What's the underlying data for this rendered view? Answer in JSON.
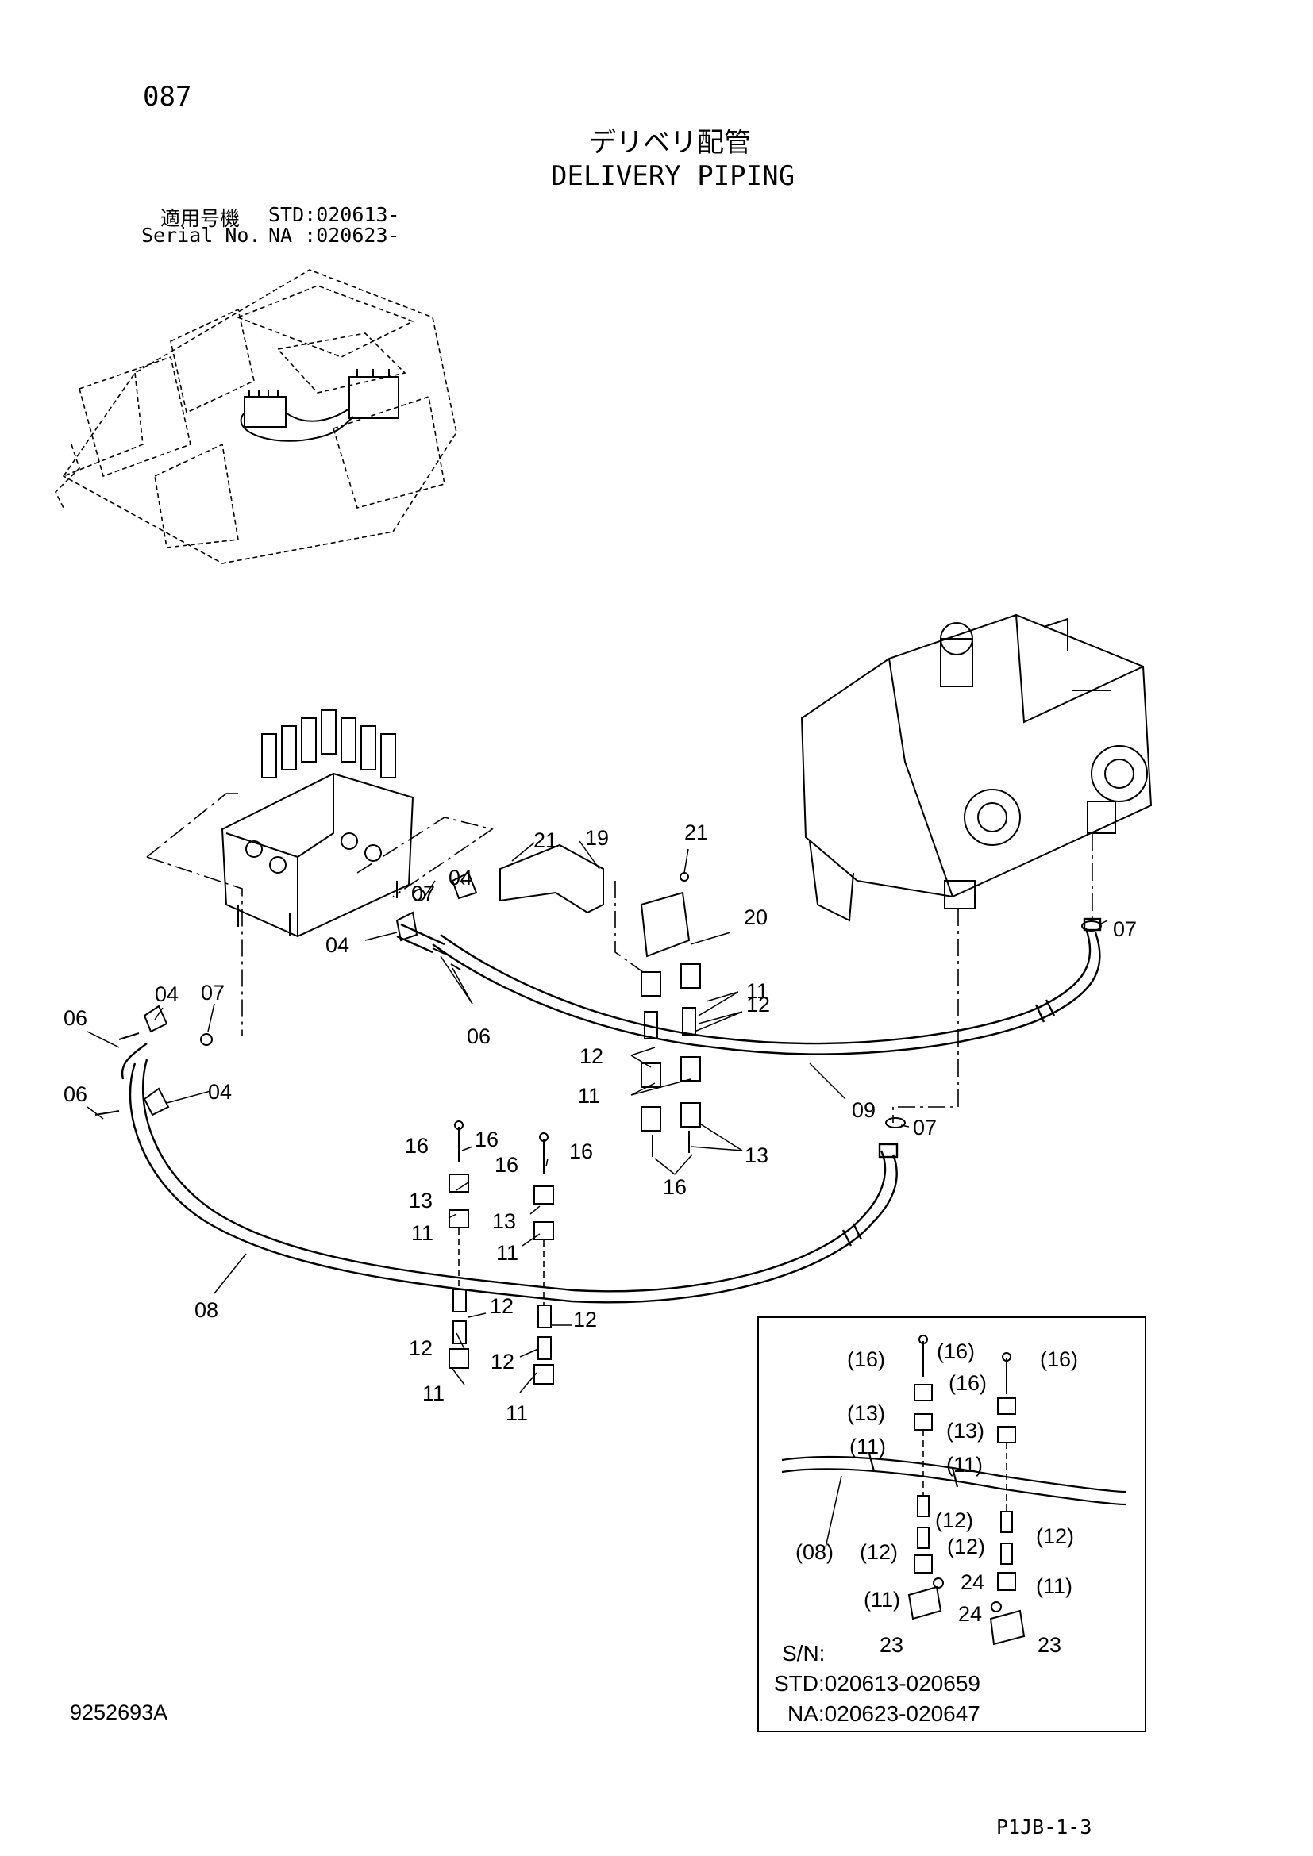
{
  "header": {
    "page_no": "087",
    "title_jp": "デリベリ配管",
    "title_en": "DELIVERY PIPING",
    "serial_jp": "適用号機",
    "serial_en": "Serial No.",
    "std": "STD:020613-",
    "na": "NA :020623-"
  },
  "footer": {
    "drawing_no": "9252693A",
    "page_ref": "P1JB-1-3"
  },
  "inset": {
    "sn_label": "S/N:",
    "std_range": "STD:020613-020659",
    "na_range": "NA:020623-020647"
  },
  "callouts": [
    {
      "id": "c1",
      "text": "21"
    },
    {
      "id": "c2",
      "text": "19"
    },
    {
      "id": "c3",
      "text": "21"
    },
    {
      "id": "c4",
      "text": "20"
    },
    {
      "id": "c5",
      "text": "07"
    },
    {
      "id": "c6",
      "text": "04"
    },
    {
      "id": "c7",
      "text": "04"
    },
    {
      "id": "c8",
      "text": "11"
    },
    {
      "id": "c9",
      "text": "06"
    },
    {
      "id": "c10",
      "text": "12"
    },
    {
      "id": "c11",
      "text": "12"
    },
    {
      "id": "c12",
      "text": "11"
    },
    {
      "id": "c13",
      "text": "07"
    },
    {
      "id": "c14",
      "text": "06"
    },
    {
      "id": "c15",
      "text": "04"
    },
    {
      "id": "c16",
      "text": "07"
    },
    {
      "id": "c17",
      "text": "06"
    },
    {
      "id": "c18",
      "text": "04"
    },
    {
      "id": "c19",
      "text": "09"
    },
    {
      "id": "c20",
      "text": "07"
    },
    {
      "id": "c21",
      "text": "13"
    },
    {
      "id": "c22",
      "text": "16"
    },
    {
      "id": "c23",
      "text": "16"
    },
    {
      "id": "c24",
      "text": "16"
    },
    {
      "id": "c25",
      "text": "16"
    },
    {
      "id": "c26",
      "text": "16"
    },
    {
      "id": "c27",
      "text": "13"
    },
    {
      "id": "c28",
      "text": "13"
    },
    {
      "id": "c29",
      "text": "11"
    },
    {
      "id": "c30",
      "text": "11"
    },
    {
      "id": "c31",
      "text": "08"
    },
    {
      "id": "c32",
      "text": "12"
    },
    {
      "id": "c33",
      "text": "12"
    },
    {
      "id": "c34",
      "text": "12"
    },
    {
      "id": "c35",
      "text": "12"
    },
    {
      "id": "c36",
      "text": "11"
    },
    {
      "id": "c37",
      "text": "11"
    },
    {
      "id": "i1",
      "text": "(16)"
    },
    {
      "id": "i2",
      "text": "(16)"
    },
    {
      "id": "i3",
      "text": "(16)"
    },
    {
      "id": "i4",
      "text": "(16)"
    },
    {
      "id": "i5",
      "text": "(13)"
    },
    {
      "id": "i6",
      "text": "(13)"
    },
    {
      "id": "i7",
      "text": "(11)"
    },
    {
      "id": "i8",
      "text": "(11)"
    },
    {
      "id": "i9",
      "text": "(12)"
    },
    {
      "id": "i10",
      "text": "(12)"
    },
    {
      "id": "i11",
      "text": "(08)"
    },
    {
      "id": "i12",
      "text": "(12)"
    },
    {
      "id": "i13",
      "text": "(12)"
    },
    {
      "id": "i14",
      "text": "(11)"
    },
    {
      "id": "i15",
      "text": "24"
    },
    {
      "id": "i16",
      "text": "(11)"
    },
    {
      "id": "i17",
      "text": "24"
    },
    {
      "id": "i18",
      "text": "23"
    },
    {
      "id": "i19",
      "text": "23"
    }
  ]
}
